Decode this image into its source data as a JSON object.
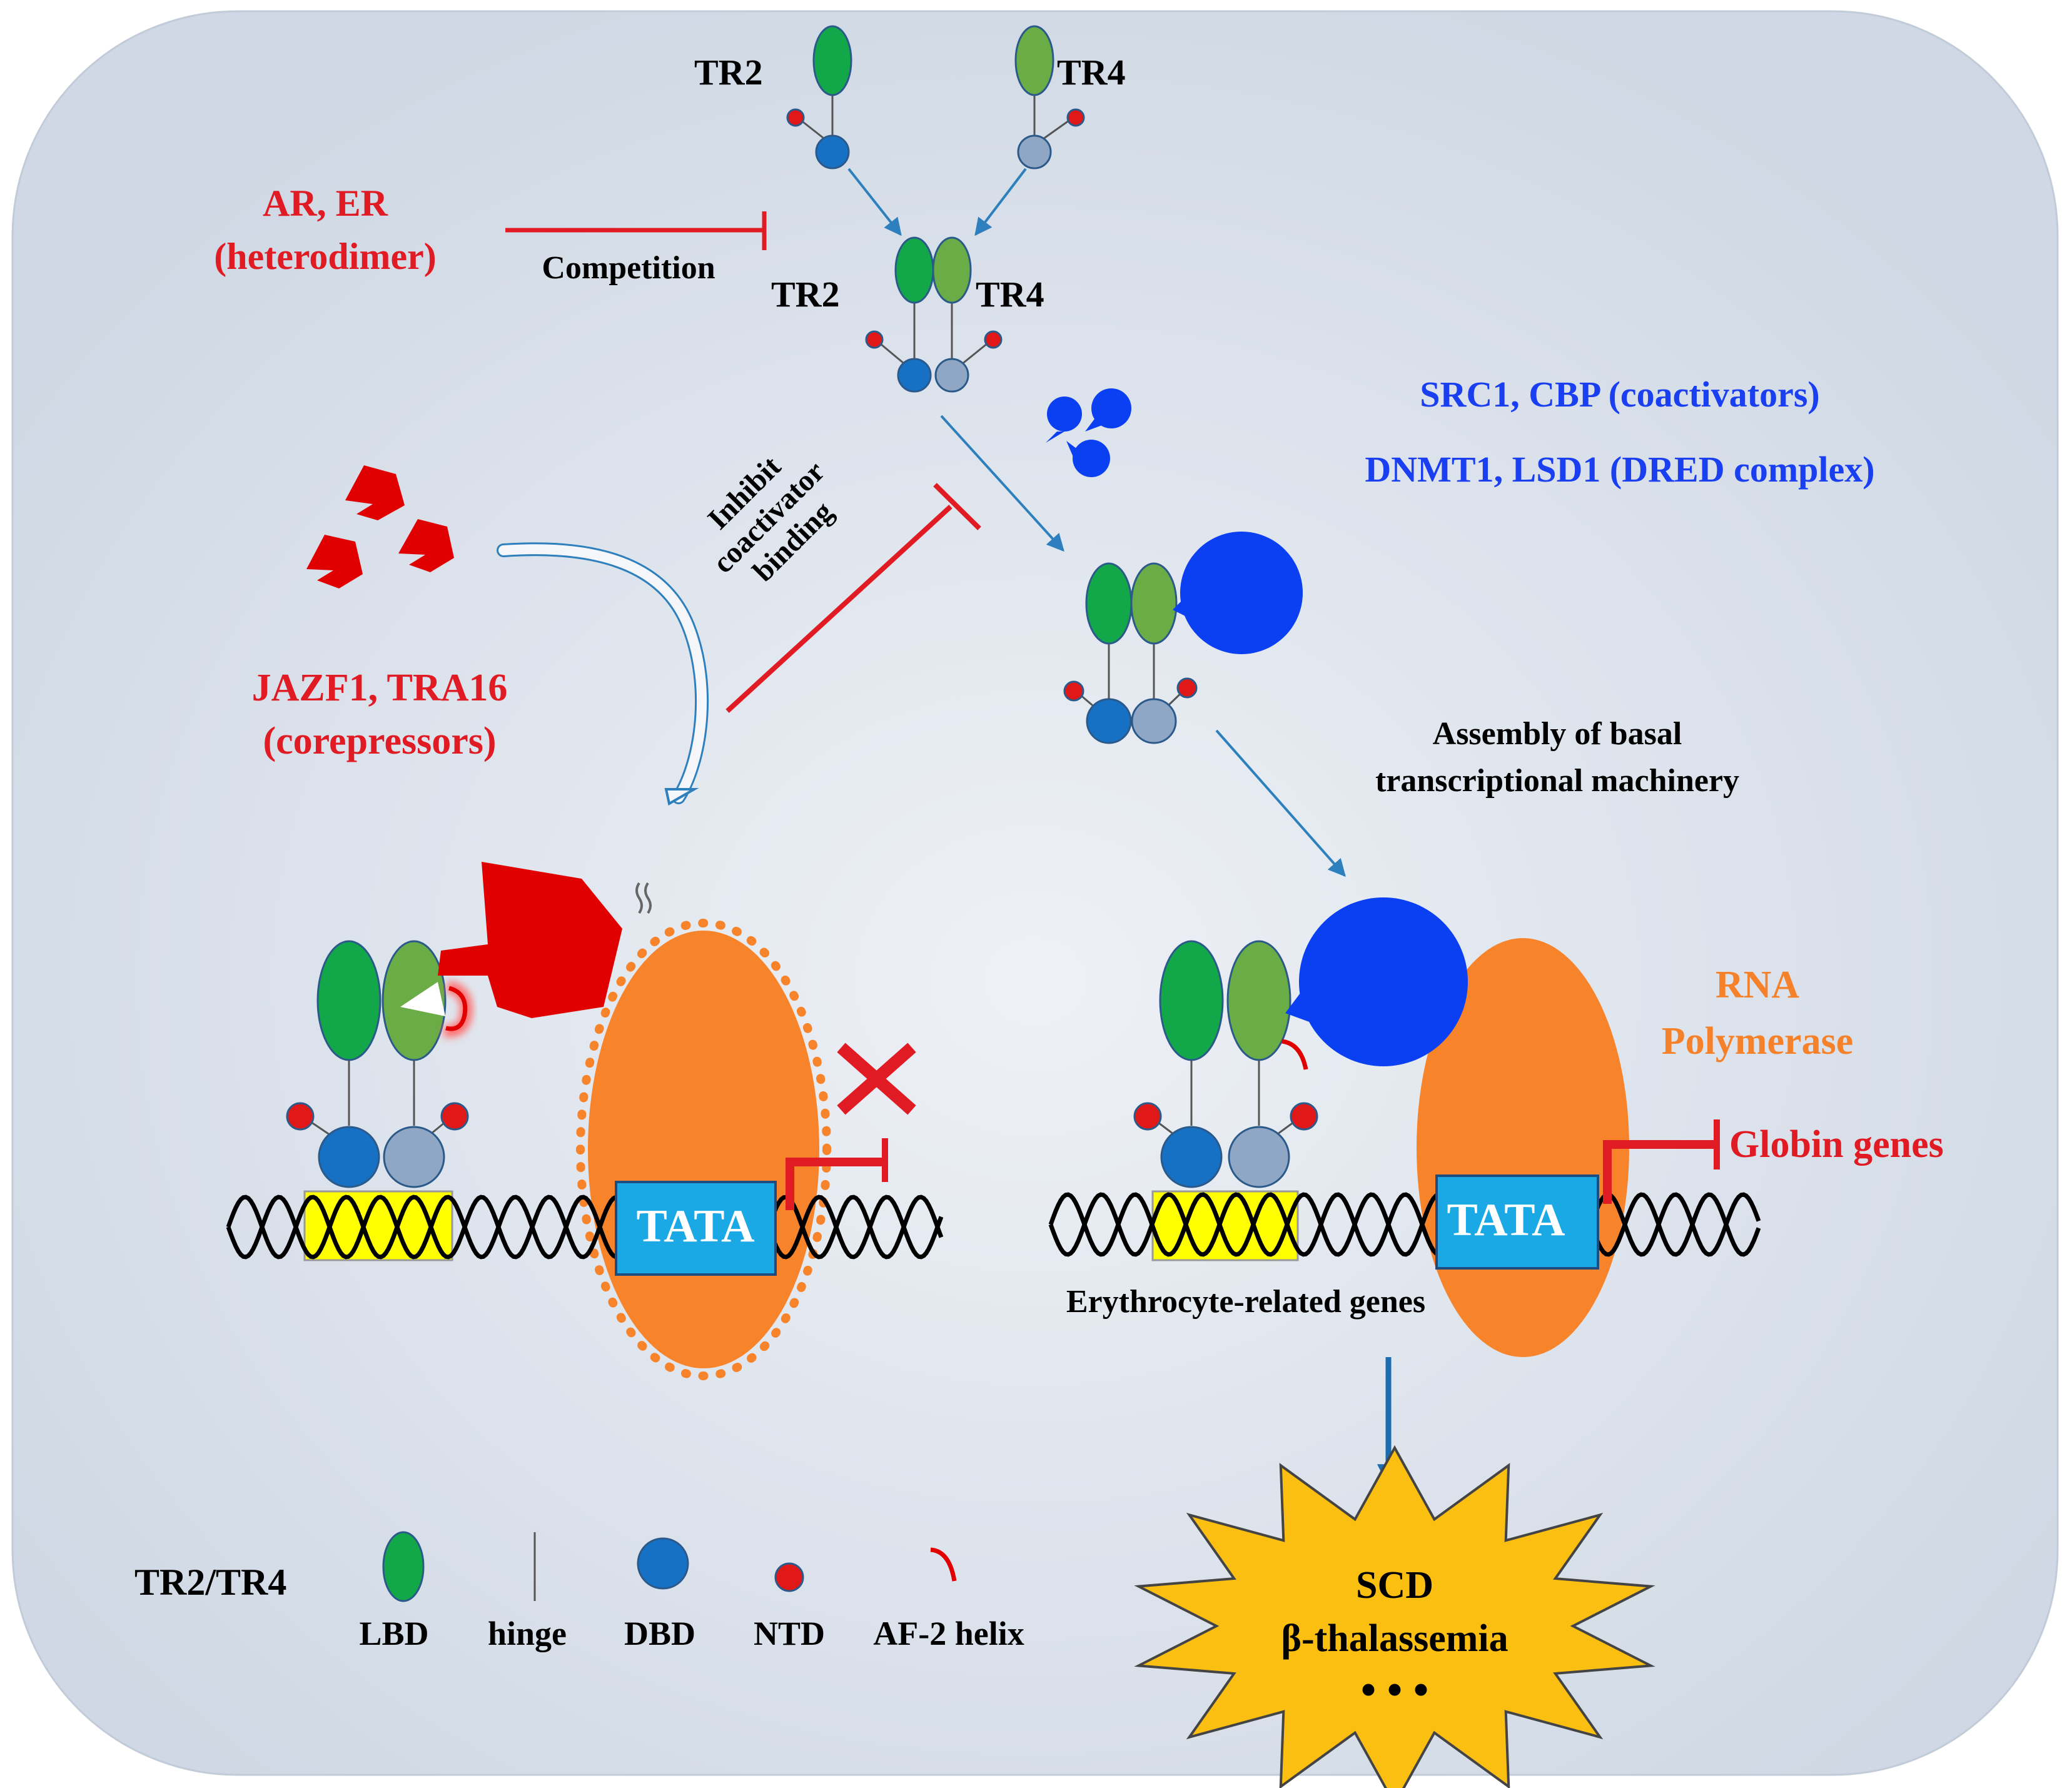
{
  "colors": {
    "panel_center": "#eef1f6",
    "panel_edge": "#cfd8e4",
    "panel_stroke": "#c2ccd8",
    "tr2_lbd": "#12a84a",
    "tr4_lbd": "#6aac46",
    "tr2_dbd": "#1670c4",
    "tr4_dbd": "#8fa7c4",
    "ntd": "#e01818",
    "arrow_blue": "#2d80bd",
    "inhibit_red": "#e01b23",
    "label_red": "#e01b23",
    "label_blue": "#1a3ff0",
    "label_orange": "#f5822a",
    "polymerase": "#f7832a",
    "tata_fill": "#1ba9e6",
    "response_element": "#ffff00",
    "coactivator": "#0b3ff2",
    "corepressor": "#e00000",
    "starburst": "#fbbf12"
  },
  "top": {
    "tr2_label": "TR2",
    "tr4_label": "TR4",
    "dimer_tr2_label": "TR2",
    "dimer_tr4_label": "TR4"
  },
  "competition": {
    "competitors_line1": "AR, ER",
    "competitors_line2": "(heterodimer)",
    "label": "Competition"
  },
  "coactivators": {
    "line1": "SRC1, CBP (coactivators)",
    "line2": "DNMT1, LSD1 (DRED complex)"
  },
  "inhibit": {
    "line1": "Inhibit",
    "line2": "coactivator",
    "line3": "binding"
  },
  "corepressors": {
    "line1": "JAZF1, TRA16",
    "line2": "(corepressors)"
  },
  "assembly": {
    "line1": "Assembly of basal",
    "line2": "transcriptional machinery"
  },
  "promoter": {
    "tata_left": "TATA",
    "tata_right": "TATA",
    "rna_pol_line1": "RNA",
    "rna_pol_line2": "Polymerase",
    "globin_label": "Globin genes",
    "erythrocyte_label": "Erythrocyte-related genes"
  },
  "outcome": {
    "line1": "SCD",
    "line2": "β-thalassemia",
    "ellipsis": "• • •"
  },
  "legend": {
    "title": "TR2/TR4",
    "lbd": "LBD",
    "hinge": "hinge",
    "dbd": "DBD",
    "ntd": "NTD",
    "af2": "AF-2 helix"
  }
}
